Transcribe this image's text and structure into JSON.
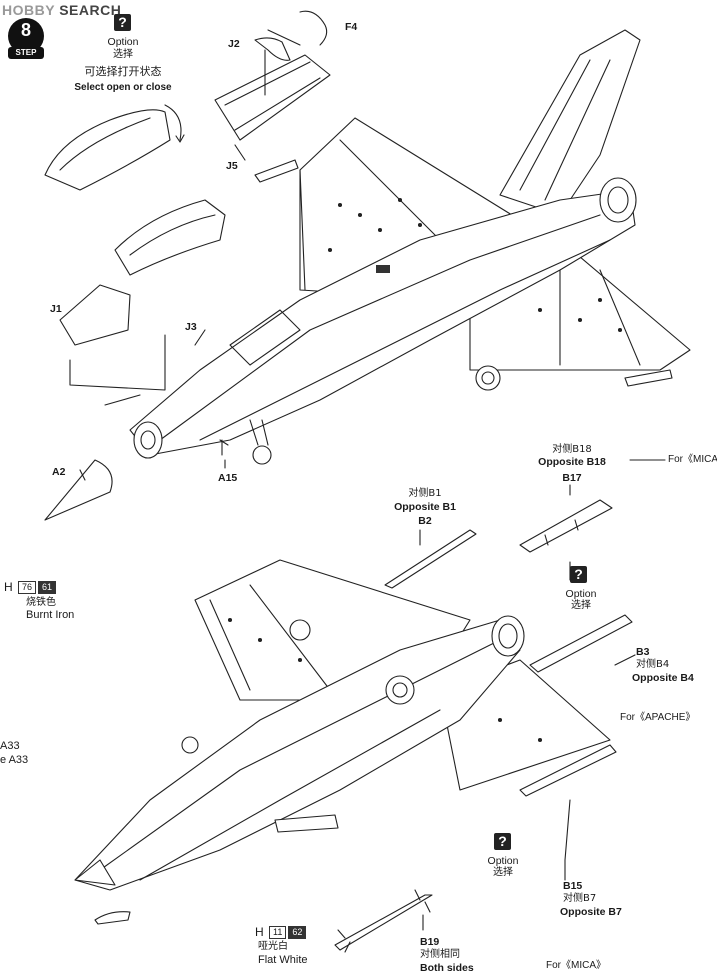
{
  "watermark": {
    "brand": "HOBBY",
    "suffix": "SEARCH"
  },
  "step": {
    "number": "8",
    "label": "STEP"
  },
  "option_top": {
    "icon": "?",
    "label": "Option",
    "cn": "选择",
    "note_cn": "可选择打开状态",
    "note_en": "Select open or close"
  },
  "parts_upper": [
    "F4",
    "J2",
    "J5",
    "J1",
    "J3",
    "A2",
    "A15"
  ],
  "paint_burnt_iron": {
    "prefix": "H",
    "code1": "76",
    "code2": "61",
    "cn": "烧铁色",
    "en": "Burnt Iron"
  },
  "paint_flat_white": {
    "prefix": "H",
    "code1": "11",
    "code2": "62",
    "cn": "哑光白",
    "en": "Flat White"
  },
  "edge_label": {
    "line1": "A33",
    "line2": "e A33"
  },
  "b18_group": {
    "cn": "对侧B18",
    "en": "Opposite B18",
    "part": "B17",
    "for_text": "For《MICA》"
  },
  "b1_group": {
    "cn": "对侧B1",
    "en": "Opposite B1",
    "part": "B2"
  },
  "option_mid": {
    "icon": "?",
    "label": "Option",
    "cn": "选择"
  },
  "b3_group": {
    "part": "B3",
    "cn": "对侧B4",
    "en": "Opposite B4",
    "for_text": "For《APACHE》"
  },
  "option_low": {
    "icon": "?",
    "label": "Option",
    "cn": "选择"
  },
  "b15_group": {
    "part": "B15",
    "cn": "对侧B7",
    "en": "Opposite B7",
    "for_text": "For《MICA》"
  },
  "b19_group": {
    "part": "B19",
    "cn": "对侧相同",
    "en": "Both sides"
  },
  "colors": {
    "line": "#222222",
    "paper": "#ffffff",
    "panel": "#cfcfcf"
  },
  "icons": [
    "question-icon",
    "step-badge-icon"
  ]
}
